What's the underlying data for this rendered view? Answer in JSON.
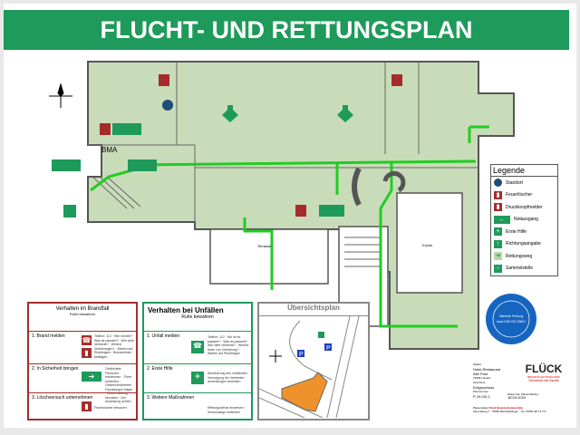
{
  "header": {
    "title": "FLUCHT- UND RETTUNGSPLAN"
  },
  "plan": {
    "labels": {
      "bma": "BMA",
      "terrasse": "Terrasse",
      "kueche": "Küche"
    }
  },
  "legend": {
    "title": "Legende",
    "items": [
      {
        "icon": "standort-icon",
        "label": "Standort",
        "color": "#1f4e79"
      },
      {
        "icon": "fire-extinguisher-icon",
        "label": "Feuerlöscher",
        "color": "#a62c2c"
      },
      {
        "icon": "alarm-button-icon",
        "label": "Druckknopfmelder",
        "color": "#a62c2c"
      },
      {
        "icon": "emergency-exit-icon",
        "label": "Notausgang",
        "color": "#1e9a5a"
      },
      {
        "icon": "first-aid-icon",
        "label": "Erste Hilfe",
        "color": "#1e9a5a"
      },
      {
        "icon": "direction-arrow-icon",
        "label": "Richtungsangabe",
        "color": "#1e9a5a"
      },
      {
        "icon": "escape-route-icon",
        "label": "Rettungsweg",
        "color": "#b8d8a8"
      },
      {
        "icon": "assembly-point-icon",
        "label": "Sammelstelle",
        "color": "#1e9a5a"
      }
    ]
  },
  "fire": {
    "title": "Verhalten    im   Brandfall",
    "subtitle": "Ruhe  bewahren",
    "steps": [
      {
        "label": "1. Brand   melden",
        "text": "Telefon: 112 · Wer meldet? · Was ist passiert? · Wie viele Verletzte? · Welche Verletzungen? · Warten auf Rückfragen · Brandmelder betätigen"
      },
      {
        "label": "2. In Sicherheit bringen",
        "text": "Gefährdete Personen mitnehmen · Türen schließen · Gekennzeichneten Fluchtwegen folgen · Keinen Aufzug benutzen · Auf Anweisung achten"
      },
      {
        "label": "3. Löschversuch unternehmen",
        "text": "Feuerlöscher benutzen"
      }
    ],
    "phone": "112"
  },
  "accident": {
    "title": "Verhalten bei Unfällen",
    "subtitle": "Ruhe bewahren",
    "steps": [
      {
        "label": "1. Unfall melden",
        "text": "Telefon: 112 · Wo ist es passiert? · Was ist passiert? · Wie viele Verletzte? · Welche Arten von Verletzung? · Warten auf Rückfragen"
      },
      {
        "label": "2. Erste Hilfe",
        "text": "Absicherung des Unfallortes · Versorgung der Verletzten · Anweisungen beachten"
      },
      {
        "label": "3. Weitere Maßnahmen",
        "text": "Rettungsdienst einweisen · Schaulustige entfernen"
      }
    ],
    "phone": "112"
  },
  "overview": {
    "title": "Übersichtsplan",
    "parking": "P"
  },
  "info": {
    "object_label": "Objekt",
    "object": "Hotel-Restaurant",
    "object2": "Alte Post",
    "city": "79539 Lörrach",
    "floor_label": "Geschoss",
    "floor": "Erdgeschoss",
    "plan_no_label": "Plannummer",
    "plan_no": "P 24-03/-1",
    "date_label": "Datum der Planerstellung",
    "date": "18.03.2024",
    "creator_label": "Planersteller",
    "creator": "Flück Brandschutztechnik",
    "address": "Almendweg 7 · 79650 Bad Säckingen · Tel. 07661 98 73 777"
  },
  "stamp": {
    "text": "Nächste Prüfung",
    "text2": "nach DIN ISO 23601"
  },
  "logo": {
    "name": "FLÜCK",
    "sub": "BRANDSCHUTZTECHNIK",
    "slogan": "Sicherheit mit Familie"
  }
}
